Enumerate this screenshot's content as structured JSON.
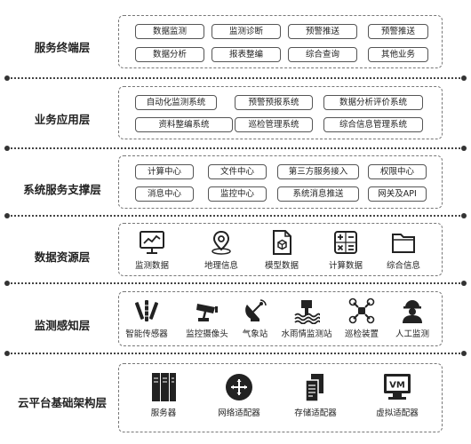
{
  "layers": [
    {
      "label": "服务终端层",
      "items": [
        "数据监测",
        "监测诊断",
        "预警推送",
        "预警推送",
        "数据分析",
        "报表整编",
        "综合查询",
        "其他业务"
      ]
    },
    {
      "label": "业务应用层",
      "items": [
        "自动化监测系统",
        "预警预报系统",
        "数据分析评价系统",
        "资料整编系统",
        "巡检管理系统",
        "综合信息管理系统"
      ]
    },
    {
      "label": "系统服务支撑层",
      "items": [
        "计算中心",
        "文件中心",
        "第三方服务接入",
        "权限中心",
        "消息中心",
        "监控中心",
        "系统消息推送",
        "网关及API"
      ]
    },
    {
      "label": "数据资源层",
      "items": [
        {
          "label": "监测数据",
          "icon": "monitor-chart-icon"
        },
        {
          "label": "地理信息",
          "icon": "map-pin-icon"
        },
        {
          "label": "模型数据",
          "icon": "model-file-icon"
        },
        {
          "label": "计算数据",
          "icon": "calculator-icon"
        },
        {
          "label": "综合信息",
          "icon": "folder-icon"
        }
      ]
    },
    {
      "label": "监测感知层",
      "items": [
        {
          "label": "智能传感器",
          "icon": "sensor-icon"
        },
        {
          "label": "监控摄像头",
          "icon": "camera-icon"
        },
        {
          "label": "气象站",
          "icon": "satellite-dish-icon"
        },
        {
          "label": "水雨情监测站",
          "icon": "water-station-icon"
        },
        {
          "label": "巡检装置",
          "icon": "drone-icon"
        },
        {
          "label": "人工监测",
          "icon": "worker-icon"
        }
      ]
    },
    {
      "label": "云平台基础架构层",
      "items": [
        {
          "label": "服务器",
          "icon": "server-icon"
        },
        {
          "label": "网络适配器",
          "icon": "router-icon"
        },
        {
          "label": "存储适配器",
          "icon": "storage-icon"
        },
        {
          "label": "虚拟适配器",
          "icon": "vm-icon"
        }
      ]
    }
  ],
  "vm_text": "VM"
}
